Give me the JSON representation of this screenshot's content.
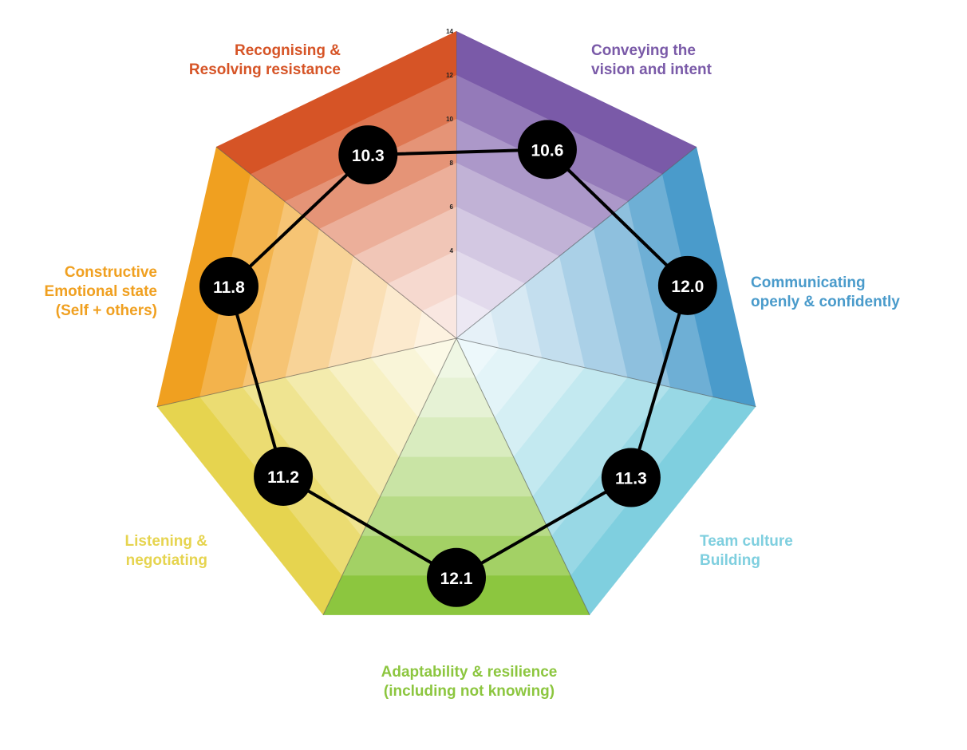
{
  "chart_data": {
    "type": "radar",
    "axis": {
      "ticks": [
        "4",
        "6",
        "8",
        "10",
        "12",
        "14"
      ],
      "range": [
        0,
        14
      ]
    },
    "categories": [
      {
        "lines": [
          "Conveying the",
          "vision and intent"
        ],
        "value": "10.6",
        "color": "#7a5aa8"
      },
      {
        "lines": [
          "Communicating",
          "openly & confidently"
        ],
        "value": "12.0",
        "color": "#4a9bcb"
      },
      {
        "lines": [
          "Team culture",
          "Building"
        ],
        "value": "11.3",
        "color": "#7fcfdf"
      },
      {
        "lines": [
          "Adaptability & resilience",
          "(including not knowing)"
        ],
        "value": "12.1",
        "color": "#8cc63f"
      },
      {
        "lines": [
          "Listening &",
          "negotiating"
        ],
        "value": "11.2",
        "color": "#e6d44f"
      },
      {
        "lines": [
          "Constructive",
          "Emotional state",
          "(Self + others)"
        ],
        "value": "11.8",
        "color": "#f0a020"
      },
      {
        "lines": [
          "Recognising &",
          "Resolving resistance"
        ],
        "value": "10.3",
        "color": "#d65426"
      }
    ],
    "label_colors": [
      "#7a5aa8",
      "#4a9bcb",
      "#7fcfdf",
      "#8cc63f",
      "#e6d44f",
      "#f0a020",
      "#d65426"
    ]
  }
}
